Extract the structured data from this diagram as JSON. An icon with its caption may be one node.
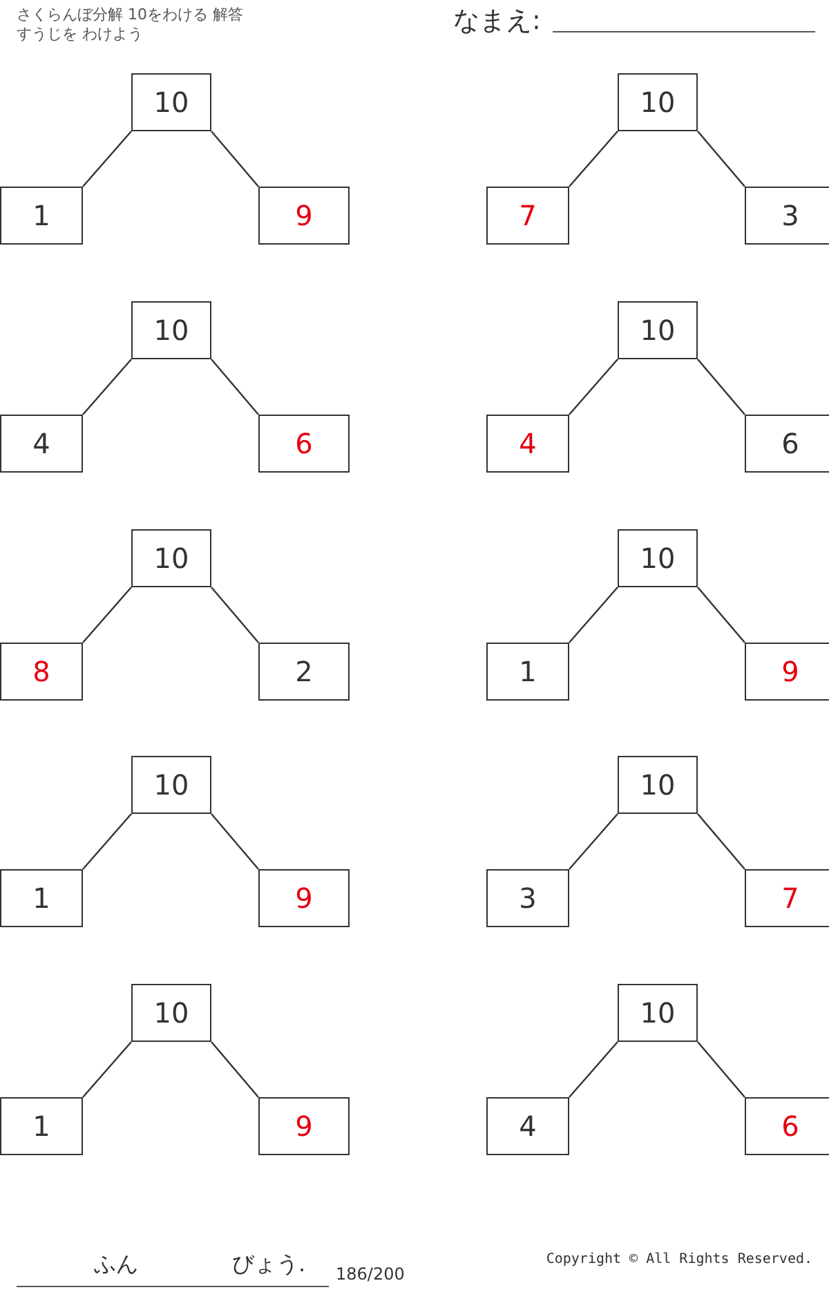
{
  "diagram": {
    "title": "さくらんぼ分解 10をわける 解答",
    "nodes": [
      {
        "text": [
          "10"
        ]
      },
      {
        "text": [
          "1"
        ]
      },
      {
        "text": [
          "9"
        ]
      },
      {
        "text": [
          "10"
        ]
      },
      {
        "text": [
          "7"
        ]
      },
      {
        "text": [
          "3"
        ]
      },
      {
        "text": [
          "10"
        ]
      },
      {
        "text": [
          "4"
        ]
      },
      {
        "text": [
          "6"
        ]
      },
      {
        "text": [
          "10"
        ]
      },
      {
        "text": [
          "4"
        ]
      },
      {
        "text": [
          "6"
        ]
      },
      {
        "text": [
          "10"
        ]
      },
      {
        "text": [
          "8"
        ]
      },
      {
        "text": [
          "2"
        ]
      },
      {
        "text": [
          "10"
        ]
      },
      {
        "text": [
          "1"
        ]
      },
      {
        "text": [
          "9"
        ]
      },
      {
        "text": [
          "10"
        ]
      },
      {
        "text": [
          "1"
        ]
      },
      {
        "text": [
          "9"
        ]
      },
      {
        "text": [
          "10"
        ]
      },
      {
        "text": [
          "3"
        ]
      },
      {
        "text": [
          "7"
        ]
      },
      {
        "text": [
          "10"
        ]
      },
      {
        "text": [
          "1"
        ]
      },
      {
        "text": [
          "9"
        ]
      },
      {
        "text": [
          "10"
        ]
      },
      {
        "text": [
          "4"
        ]
      },
      {
        "text": [
          "6"
        ]
      }
    ],
    "edges": [
      {
        "from": 0,
        "to": 1,
        "arrow": "none"
      },
      {
        "from": 0,
        "to": 2,
        "arrow": "none"
      },
      {
        "from": 3,
        "to": 4,
        "arrow": "none"
      },
      {
        "from": 3,
        "to": 5,
        "arrow": "none"
      },
      {
        "from": 6,
        "to": 7,
        "arrow": "none"
      },
      {
        "from": 6,
        "to": 8,
        "arrow": "none"
      },
      {
        "from": 9,
        "to": 10,
        "arrow": "none"
      },
      {
        "from": 9,
        "to": 11,
        "arrow": "none"
      },
      {
        "from": 12,
        "to": 13,
        "arrow": "none"
      },
      {
        "from": 12,
        "to": 14,
        "arrow": "none"
      },
      {
        "from": 15,
        "to": 16,
        "arrow": "none"
      },
      {
        "from": 15,
        "to": 17,
        "arrow": "none"
      },
      {
        "from": 18,
        "to": 19,
        "arrow": "none"
      },
      {
        "from": 18,
        "to": 20,
        "arrow": "none"
      },
      {
        "from": 21,
        "to": 22,
        "arrow": "none"
      },
      {
        "from": 21,
        "to": 23,
        "arrow": "none"
      },
      {
        "from": 24,
        "to": 25,
        "arrow": "none"
      },
      {
        "from": 24,
        "to": 26,
        "arrow": "none"
      },
      {
        "from": 27,
        "to": 28,
        "arrow": "none"
      },
      {
        "from": 27,
        "to": 29,
        "arrow": "none"
      }
    ],
    "labels": [
      "すうじを わけよう",
      "なまえ:",
      "ふん",
      "びょう.",
      "186/200",
      "Copyright © All Rights Reserved."
    ]
  }
}
